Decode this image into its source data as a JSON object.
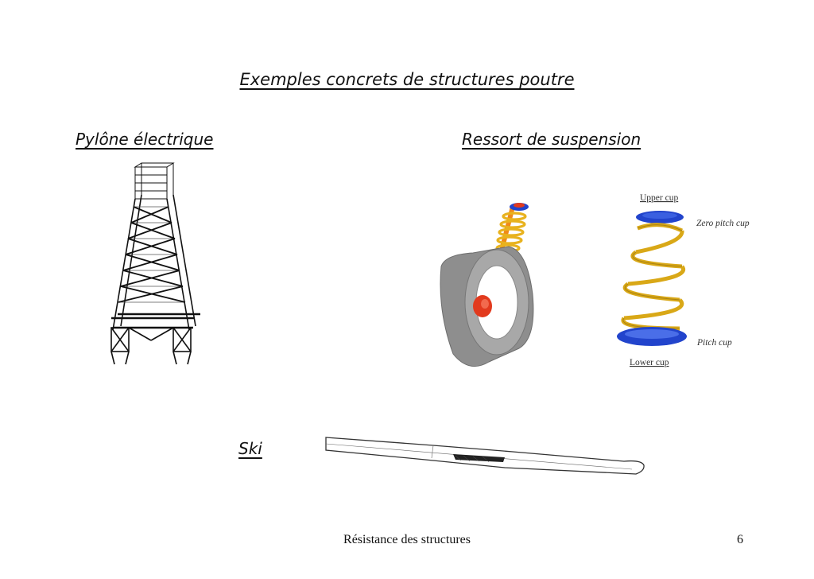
{
  "slide": {
    "title": "Exemples concrets de structures poutre",
    "examples": {
      "pylon": {
        "caption": "Pylône électrique"
      },
      "spring": {
        "caption": "Ressort de suspension",
        "labels": {
          "upper_cup": "Upper cup",
          "zero_pitch_cup": "Zero pitch cup",
          "pitch_cup": "Pitch cup",
          "lower_cup": "Lower cup"
        }
      },
      "ski": {
        "caption": "Ski"
      }
    }
  },
  "footer": {
    "text": "Résistance des structures",
    "page_number": "6"
  },
  "colors": {
    "spring_coil": "#e8b21e",
    "cup_blue": "#2244cc",
    "tyre_grey": "#9a9a9a",
    "hub_red": "#e23a1e",
    "damper_orange": "#f08a1a"
  }
}
